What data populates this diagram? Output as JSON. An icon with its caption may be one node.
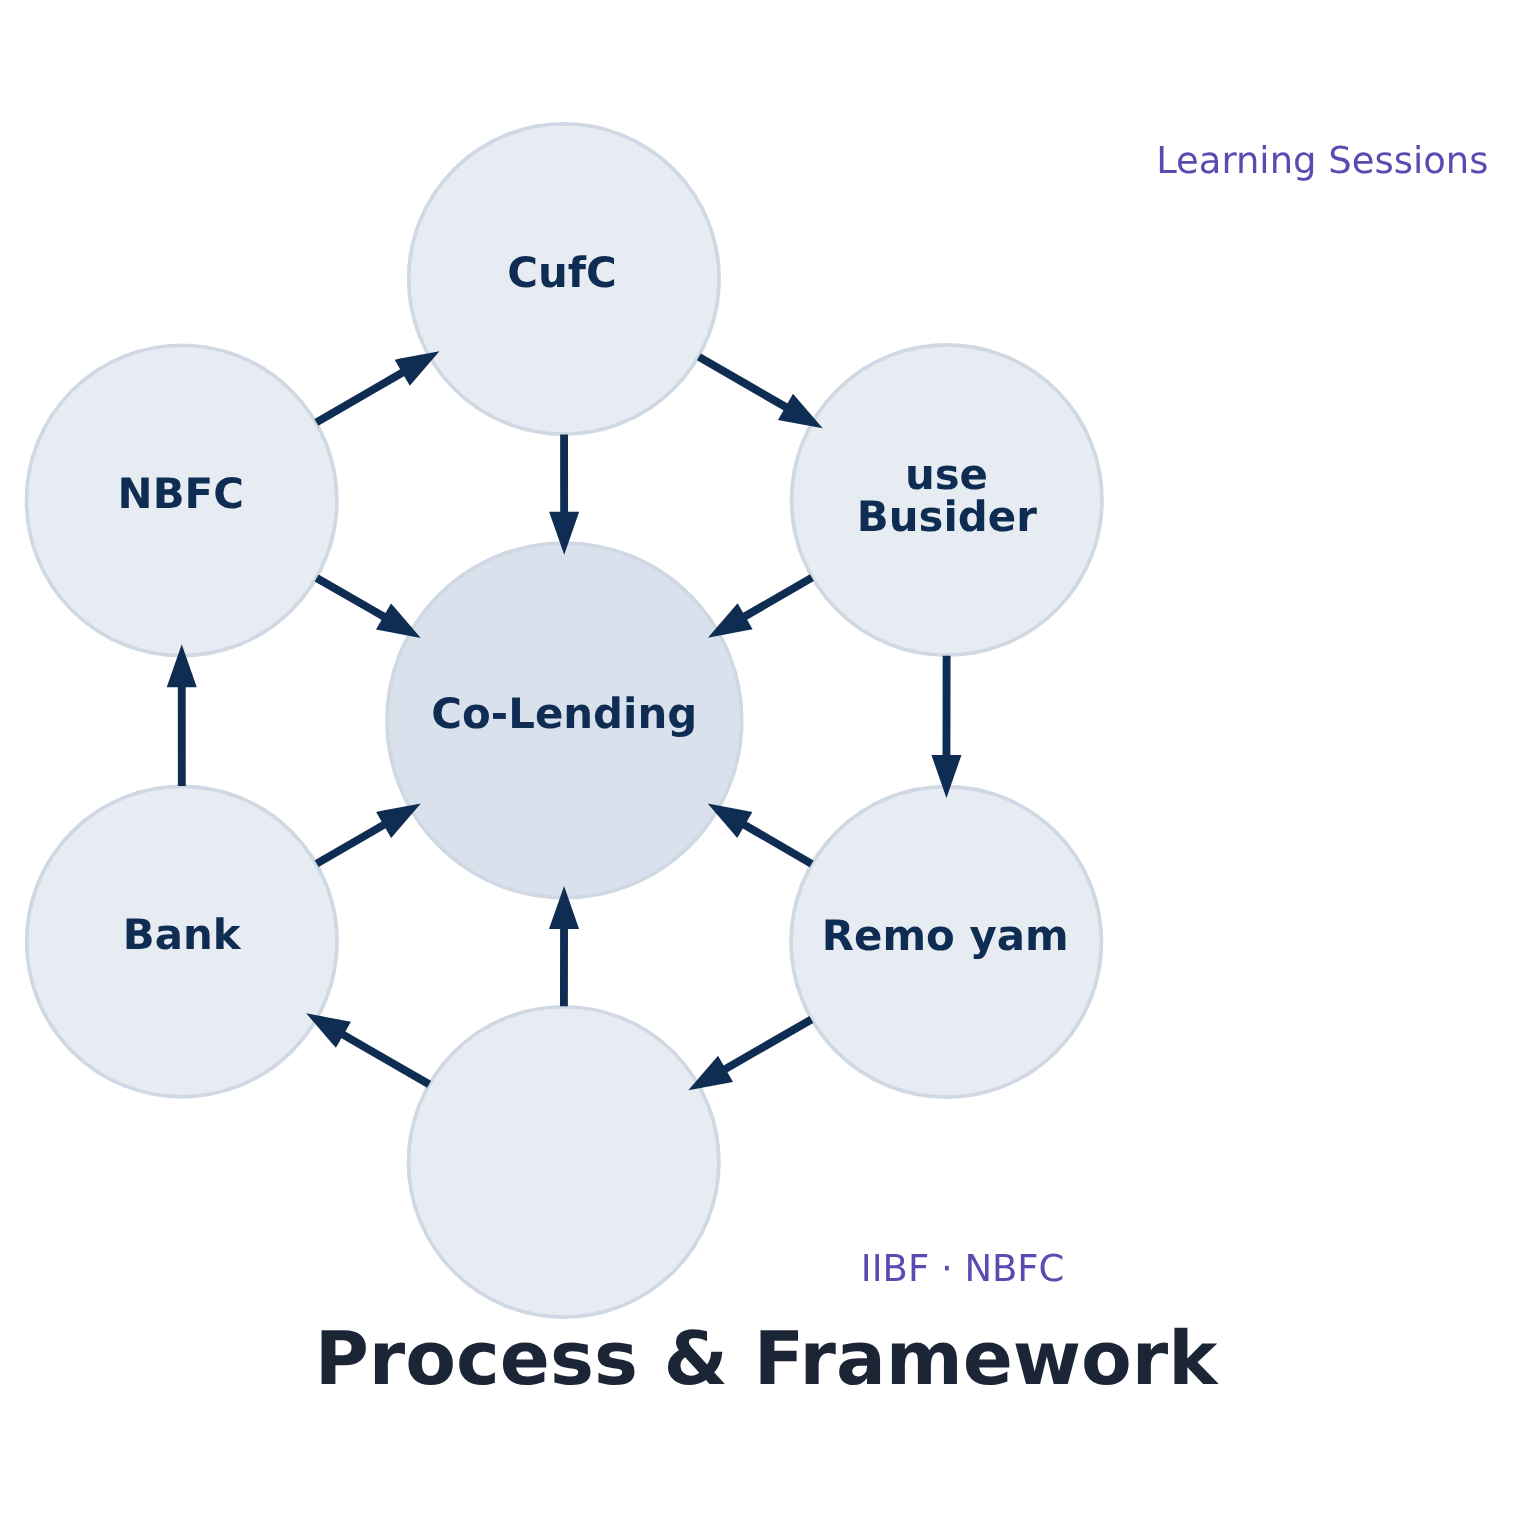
{
  "diagram": {
    "title": "Process & Framework",
    "nodes": [
      {
        "text": [
          "CufC"
        ]
      },
      {
        "text": [
          "NBFC"
        ]
      },
      {
        "text": [
          "use",
          "Busider"
        ]
      },
      {
        "text": [
          "Co-Lending"
        ]
      },
      {
        "text": [
          "Bank"
        ]
      },
      {
        "text": [
          "Remo yam"
        ]
      },
      {
        "text": [],
        "shape": "circle"
      }
    ],
    "edges": [
      {
        "from": 1,
        "to": 0,
        "arrow": "to"
      },
      {
        "from": 0,
        "to": 2,
        "arrow": "to"
      },
      {
        "from": 2,
        "to": 5,
        "arrow": "to"
      },
      {
        "from": 5,
        "to": 6,
        "arrow": "to"
      },
      {
        "from": 6,
        "to": 4,
        "arrow": "to"
      },
      {
        "from": 4,
        "to": 1,
        "arrow": "to"
      },
      {
        "from": 0,
        "to": 3,
        "arrow": "to"
      },
      {
        "from": 1,
        "to": 3,
        "arrow": "to"
      },
      {
        "from": 2,
        "to": 3,
        "arrow": "to"
      },
      {
        "from": 4,
        "to": 3,
        "arrow": "to"
      },
      {
        "from": 5,
        "to": 3,
        "arrow": "to"
      },
      {
        "from": 6,
        "to": 3,
        "arrow": "to"
      }
    ],
    "labels": [
      "IIBF · NBFC",
      "Learning Sessions"
    ]
  }
}
